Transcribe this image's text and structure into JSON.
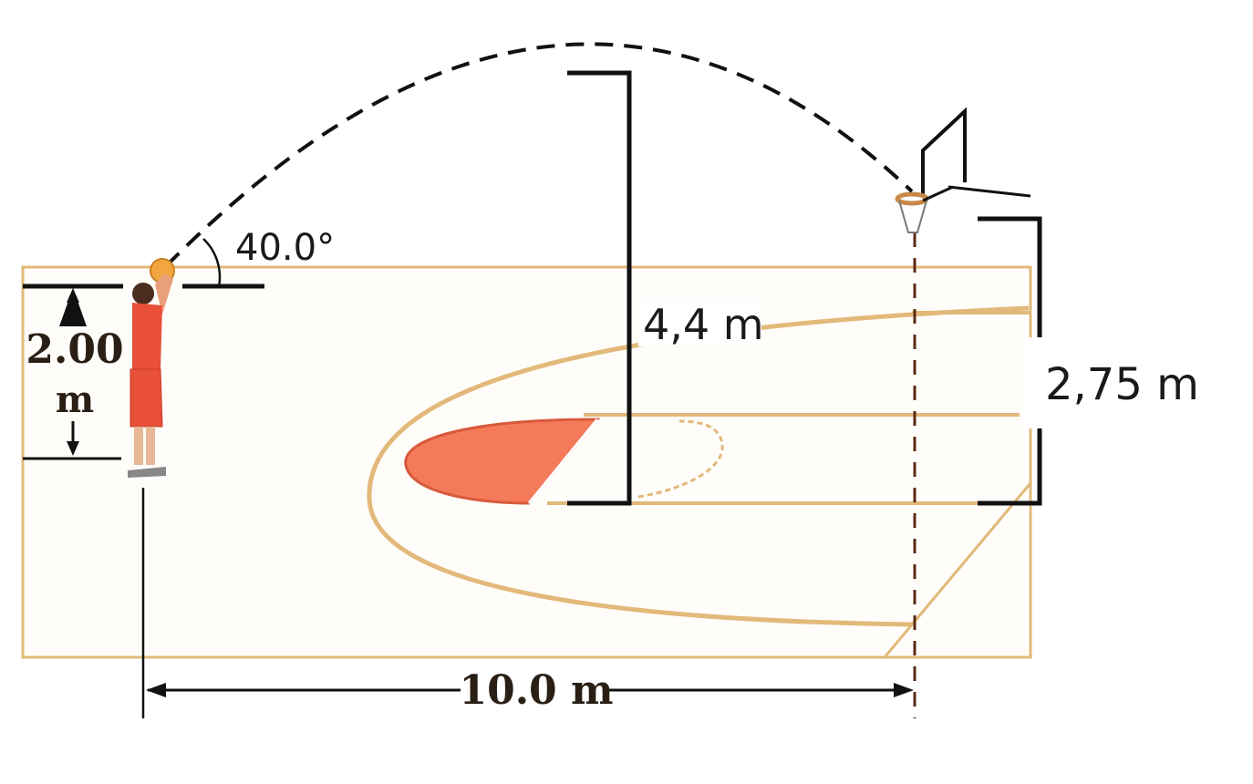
{
  "labels": {
    "launch_angle": "40.0°",
    "launch_height_value": "2.00",
    "launch_height_unit": "m",
    "max_height": "4,4 m",
    "hoop_height": "2,75 m",
    "horizontal_distance": "10.0 m"
  },
  "colors": {
    "court_line": "#e2b97a",
    "paint_fill": "#f47a5a",
    "dimension_line": "#111111",
    "player_jersey": "#e8503a"
  }
}
